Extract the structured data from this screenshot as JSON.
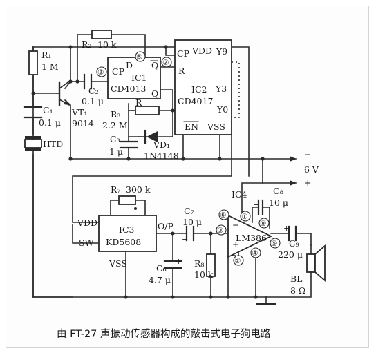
{
  "diagram": {
    "caption": "由 FT-27 声振动传感器构成的敲击式电子狗电路",
    "components": {
      "r1": {
        "ref": "R₁",
        "value": "1 M"
      },
      "r2": {
        "ref": "R₂",
        "value": "10 k"
      },
      "r3": {
        "ref": "R₃",
        "value": "2.2 M"
      },
      "r7": {
        "ref": "R₇",
        "value": "300 k"
      },
      "r8": {
        "ref": "R₈",
        "value": "10 k"
      },
      "c1": {
        "ref": "C₁",
        "value": "0.1 μ"
      },
      "c2": {
        "ref": "C₂",
        "value": "0.1 μ"
      },
      "c3": {
        "ref": "C₃",
        "value": "1 μ"
      },
      "c6": {
        "ref": "C₆",
        "value": "4.7 μ"
      },
      "c7": {
        "ref": "C₇",
        "value": "10 μ"
      },
      "c8": {
        "ref": "C₈",
        "value": "10 μ"
      },
      "c9": {
        "ref": "C₉",
        "value": "220 μ"
      },
      "vt1": {
        "ref": "VT₁",
        "value": "9014"
      },
      "vd1": {
        "ref": "VD₁",
        "value": "1N4148"
      },
      "htd": {
        "ref": "HTD"
      },
      "bl": {
        "ref": "BL",
        "value": "8 Ω"
      }
    },
    "ic1": {
      "name": "IC1",
      "part": "CD4013",
      "pins": {
        "cp": "CP",
        "d": "D",
        "q": "Q",
        "qbar": "Q",
        "r": "R"
      }
    },
    "ic2": {
      "name": "IC2",
      "part": "CD4017",
      "pins": {
        "cp": "CP",
        "vdd": "VDD",
        "y9": "Y9",
        "y3": "Y3",
        "y0": "Y0",
        "r": "R",
        "en": "EN",
        "vss": "VSS"
      }
    },
    "ic3": {
      "name": "IC3",
      "part": "KD5608",
      "pins": {
        "vdd": "VDD",
        "sw": "SW",
        "op": "O/P",
        "vss": "VSS"
      }
    },
    "ic4": {
      "name": "IC4",
      "part": "LM386",
      "plus": "+",
      "minus": "−"
    },
    "pin_numbers": {
      "p1": "①",
      "p2": "②",
      "p3": "③",
      "p4": "④",
      "p5": "⑤",
      "p6": "⑥",
      "p8": "⑧"
    },
    "power": {
      "voltage": "6 V",
      "minus": "−",
      "plus": "+"
    }
  }
}
